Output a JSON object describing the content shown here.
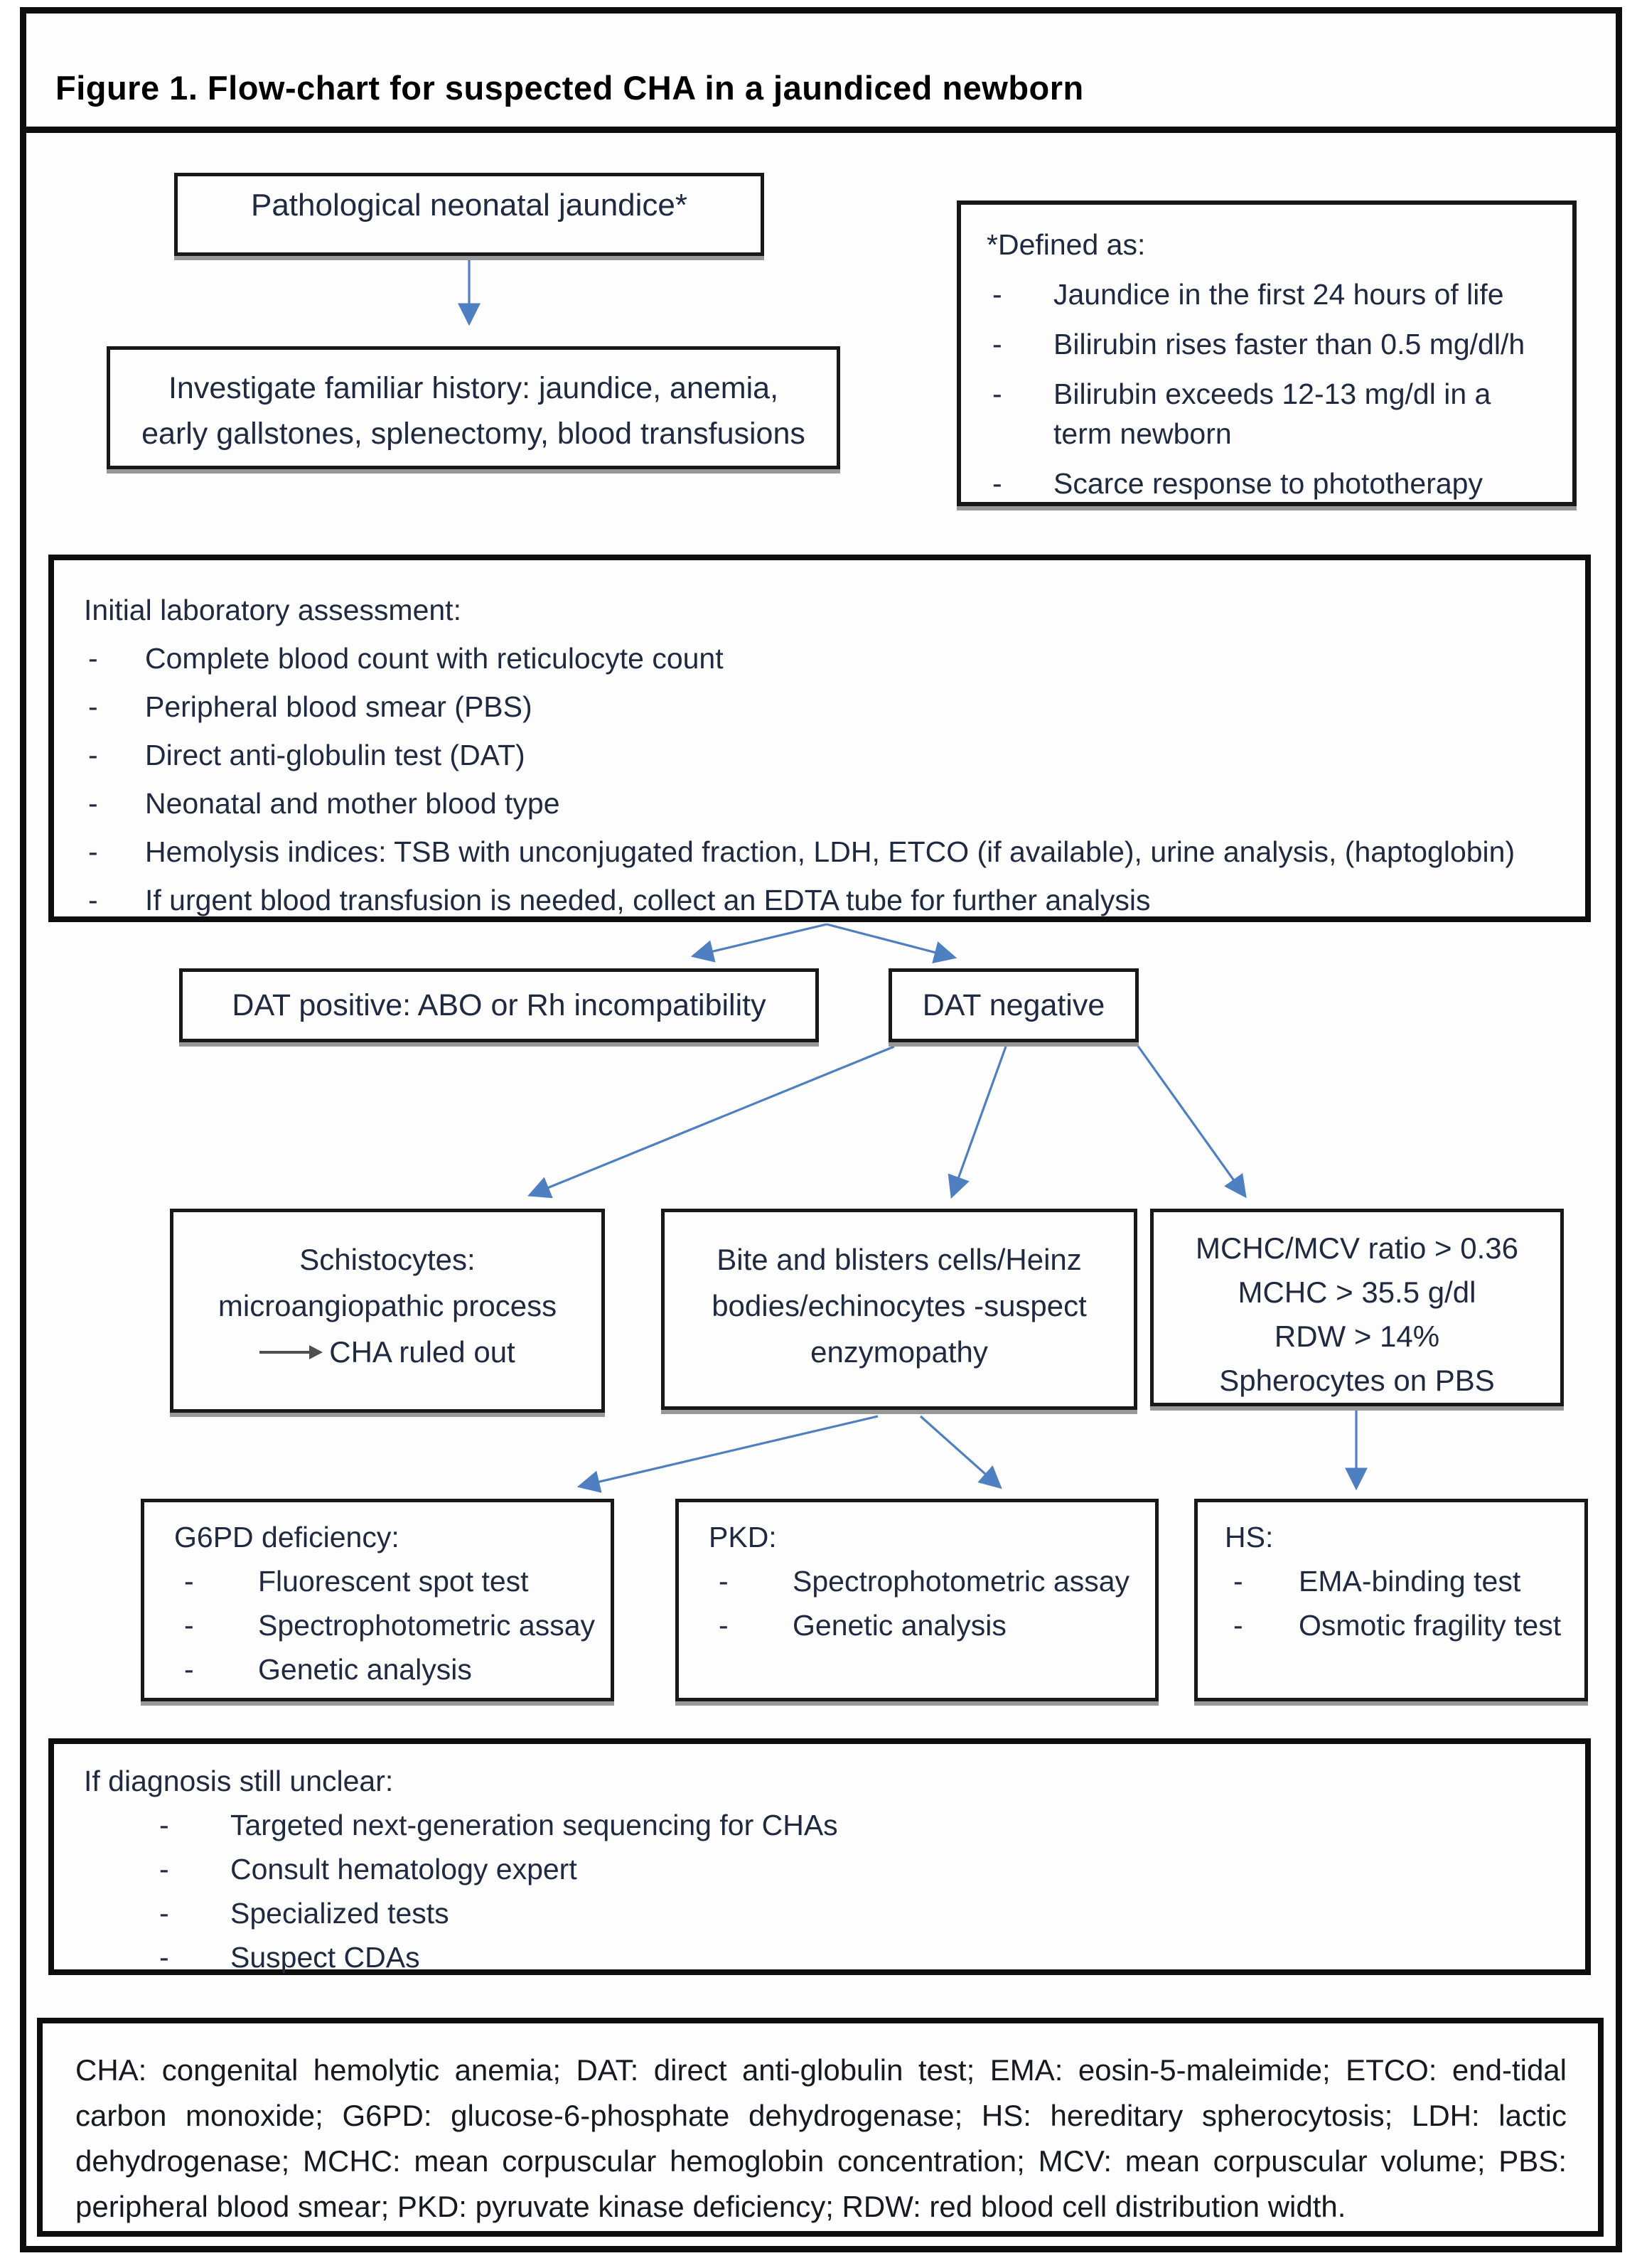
{
  "title": "Figure 1. Flow-chart for suspected CHA in a jaundiced newborn",
  "colors": {
    "arrow_blue": "#4e7fc1",
    "node_text": "#1f2940",
    "border_black": "#0e0e0e",
    "shadow_gray": "#989898"
  },
  "ui": {
    "dash": "-"
  },
  "nodes": {
    "jaundice": {
      "text": "Pathological neonatal jaundice*"
    },
    "investigate": {
      "line1": "Investigate familiar history: jaundice, anemia,",
      "line2": "early gallstones, splenectomy, blood transfusions"
    },
    "defined": {
      "title": "*Defined as:",
      "items": [
        "Jaundice in the first 24 hours of life",
        "Bilirubin rises faster than 0.5 mg/dl/h",
        "Bilirubin exceeds 12-13 mg/dl in a term newborn",
        "Scarce response to phototherapy"
      ]
    },
    "lab": {
      "title": "Initial laboratory assessment:",
      "items": [
        "Complete blood count with reticulocyte count",
        "Peripheral blood smear (PBS)",
        "Direct anti-globulin test (DAT)",
        "Neonatal and mother blood type",
        "Hemolysis indices: TSB with unconjugated fraction, LDH, ETCO (if available), urine analysis, (haptoglobin)",
        "If urgent blood transfusion is needed, collect an EDTA tube for further analysis"
      ]
    },
    "dat_positive": {
      "text": "DAT positive: ABO or Rh incompatibility"
    },
    "dat_negative": {
      "text": "DAT negative"
    },
    "schistocytes": {
      "line1": "Schistocytes:",
      "line2": "microangiopathic process",
      "line3": "CHA ruled out"
    },
    "bite": {
      "line1": "Bite and blisters cells/Heinz",
      "line2": "bodies/echinocytes -suspect",
      "line3": "enzymopathy"
    },
    "mchc": {
      "line1": "MCHC/MCV ratio > 0.36",
      "line2": "MCHC > 35.5 g/dl",
      "line3": "RDW > 14%",
      "line4": "Spherocytes on PBS"
    },
    "g6pd": {
      "title": "G6PD deficiency:",
      "items": [
        "Fluorescent spot test",
        "Spectrophotometric assay",
        "Genetic analysis"
      ]
    },
    "pkd": {
      "title": "PKD:",
      "items": [
        "Spectrophotometric assay",
        "Genetic analysis"
      ]
    },
    "hs": {
      "title": "HS:",
      "items": [
        "EMA-binding test",
        "Osmotic fragility test"
      ]
    },
    "unclear": {
      "title": "If diagnosis still unclear:",
      "items": [
        "Targeted next-generation sequencing for CHAs",
        "Consult hematology expert",
        "Specialized tests",
        "Suspect CDAs"
      ]
    },
    "footer": {
      "text": "CHA: congenital hemolytic anemia; DAT: direct anti-globulin test; EMA: eosin-5-maleimide; ETCO: end-tidal carbon monoxide; G6PD: glucose-6-phosphate dehydrogenase; HS: hereditary spherocytosis; LDH: lactic dehydrogenase; MCHC: mean corpuscular hemoglobin concentration; MCV: mean corpuscular volume; PBS: peripheral blood smear; PKD: pyruvate kinase deficiency; RDW: red blood cell distribution width."
    }
  }
}
